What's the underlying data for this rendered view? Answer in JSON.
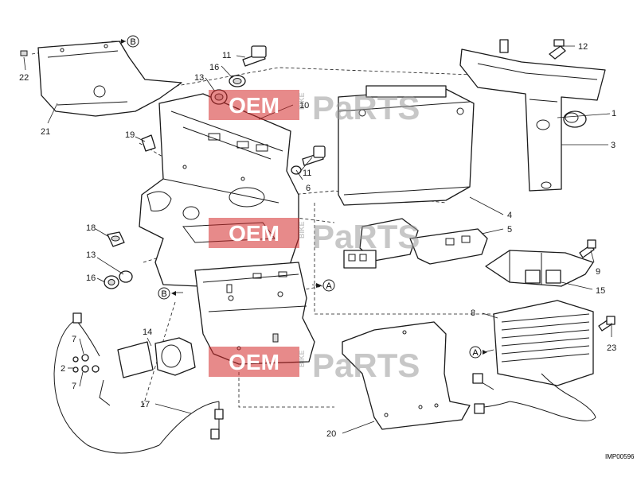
{
  "diagram": {
    "code": "IMP00596",
    "callouts": {
      "c1": "1",
      "c2": "2",
      "c3": "3",
      "c4": "4",
      "c5": "5",
      "c6": "6",
      "c7a": "7",
      "c7b": "7",
      "c8": "8",
      "c9": "9",
      "c10": "10",
      "c11a": "11",
      "c11b": "11",
      "c12": "12",
      "c13a": "13",
      "c13b": "13",
      "c14": "14",
      "c15": "15",
      "c16a": "16",
      "c16b": "16",
      "c17": "17",
      "c18": "18",
      "c19": "19",
      "c20": "20",
      "c21": "21",
      "c22": "22",
      "c23": "23"
    },
    "refs": {
      "ra1": "A",
      "ra2": "A",
      "rb1": "B",
      "rb2": "B"
    }
  },
  "watermark": {
    "left": "OEM",
    "middle": "BIKE",
    "right": "PaRTS"
  },
  "colors": {
    "line": "#1a1a1a",
    "watermark_red": "#d42a2a",
    "watermark_gray": "#9a9a9a"
  }
}
